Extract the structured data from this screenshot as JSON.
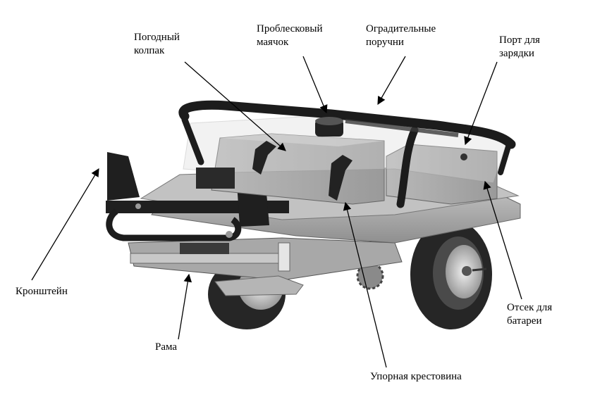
{
  "labels": {
    "weather_cap": [
      "Погодный",
      "колпак"
    ],
    "beacon": [
      "Проблесковый",
      "маячок"
    ],
    "guard_rails": [
      "Оградительные",
      "поручни"
    ],
    "charging_port": [
      "Порт для",
      "зарядки"
    ],
    "bracket": "Кронштейн",
    "frame": "Рама",
    "cross_brace": "Упорная крестовина",
    "battery_compartment": [
      "Отсек для",
      "батареи"
    ]
  },
  "colors": {
    "body": "#a9a9a9",
    "body_light": "#c4c4c4",
    "body_dark": "#7a7a7a",
    "tire": "#262626",
    "rail": "#1c1c1c",
    "line": "#000000"
  },
  "icons": {
    "beacon": "beacon-icon",
    "clamp": "clamp-icon"
  }
}
